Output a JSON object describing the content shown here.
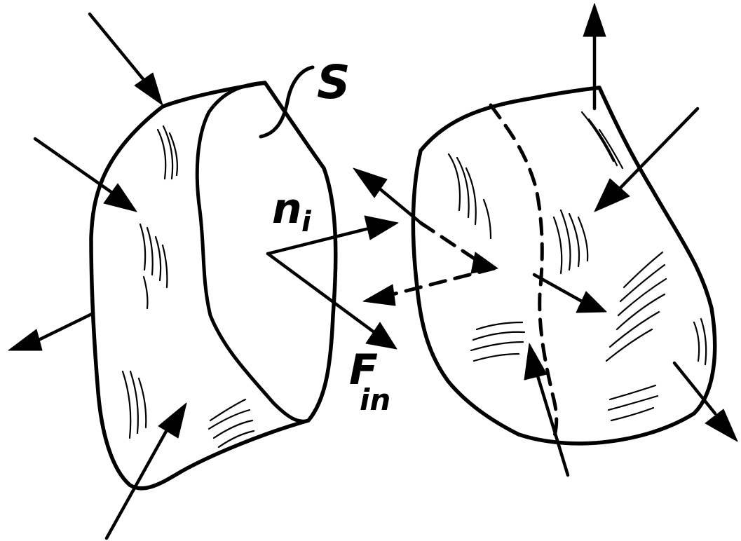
{
  "labels": {
    "surface": "S",
    "normal": "n",
    "normal_sub": "i",
    "force": "F",
    "force_sub": "in"
  },
  "colors": {
    "ink": "#000000",
    "paper": "#ffffff"
  }
}
